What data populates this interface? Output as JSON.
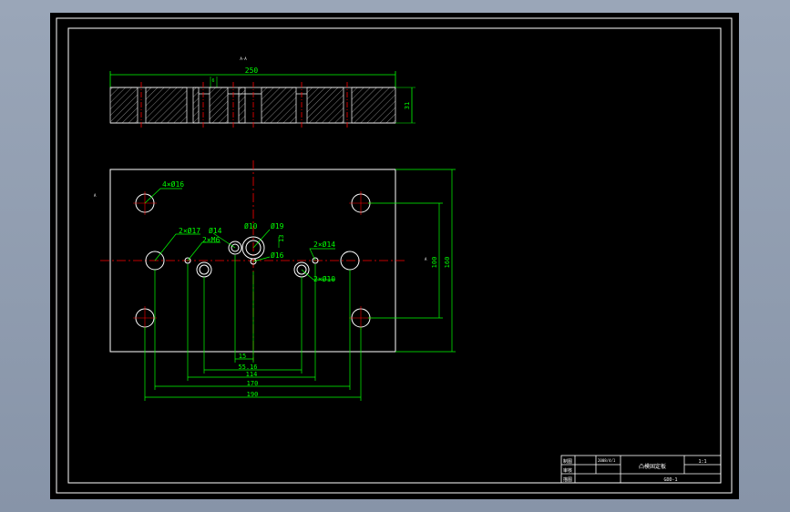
{
  "colors": {
    "viewport_bg": "#8f9bb0",
    "sheet": "#000000",
    "border": "#ffffff",
    "geometry": "#ffffff",
    "dimension": "#00ff00",
    "centerline": "#ff0000",
    "hatch": "#ffffff"
  },
  "section_view": {
    "label_a": "A-A",
    "width_dim": "250",
    "height_dim": "31",
    "small_dim": "6"
  },
  "plan_view": {
    "label_top": "A",
    "label_right": "A",
    "hole_labels": {
      "four_holes": "4×Ø16",
      "two_17": "2×Ø17",
      "two_m": "2×M6",
      "d14": "Ø14",
      "d10": "Ø10",
      "d19": "Ø19",
      "d16": "Ø16",
      "two_14": "2×Ø14",
      "two_10": "2×Ø10"
    },
    "dims_right": [
      "100",
      "160"
    ],
    "dim_13": "13",
    "dims_bottom": [
      "15",
      "55.16",
      "114",
      "170",
      "190"
    ]
  },
  "title_block": {
    "date": "2008/4/1",
    "part_name": "凸模固定板",
    "scale": "1:1",
    "drawing_no": "GDD-1",
    "row_labels": [
      "制图",
      "审核",
      "描图"
    ]
  }
}
